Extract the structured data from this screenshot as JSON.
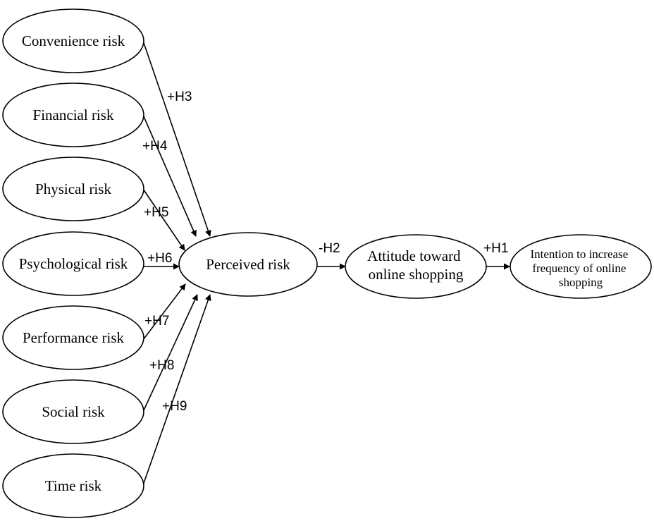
{
  "diagram": {
    "line_color": "#000000",
    "background": "#ffffff",
    "nodes": {
      "convenience": "Convenience risk",
      "financial": "Financial risk",
      "physical": "Physical risk",
      "psychological": "Psychological risk",
      "performance": "Performance risk",
      "social": "Social risk",
      "time": "Time risk",
      "perceived": "Perceived risk",
      "attitude": [
        "Attitude toward",
        "online shopping"
      ],
      "intention": [
        "Intention to increase",
        "frequency of online",
        "shopping"
      ]
    },
    "edges": {
      "h3": "+H3",
      "h4": "+H4",
      "h5": "+H5",
      "h6": "+H6",
      "h7": "+H7",
      "h8": "+H8",
      "h9": "+H9",
      "h2": "-H2",
      "h1": "+H1"
    }
  }
}
